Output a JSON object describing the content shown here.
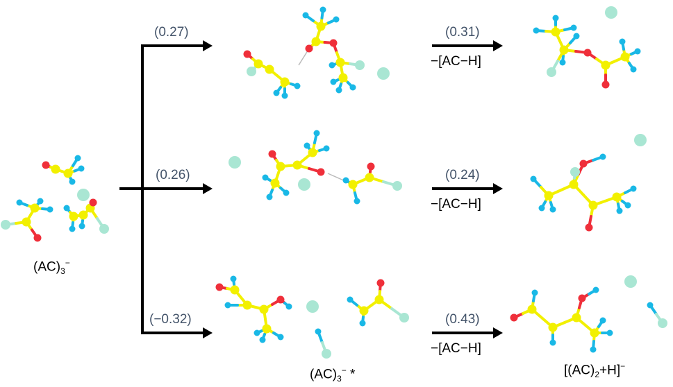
{
  "colors": {
    "carbon": "#f2f000",
    "oxygen": "#ef2f3a",
    "hydrogen": "#19b8e6",
    "halogen": "#a9e6d3",
    "bond_halogen": "#7fd8bd",
    "label_number": "#44546a",
    "arrow": "#000000"
  },
  "labels": {
    "start": {
      "main": "(AC)",
      "sub": "3",
      "sup": "−"
    },
    "intermediate": {
      "main": "(AC)",
      "sub": "3",
      "sup": "−",
      "suffix": " *"
    },
    "product": {
      "main": "[(AC)",
      "sub": "2",
      "rest": "+H]",
      "sup": "−"
    }
  },
  "branches": [
    {
      "name": "top",
      "energy": "(0.27)",
      "step_energy": "(0.31)",
      "step_loss": "−[AC−H]"
    },
    {
      "name": "middle",
      "energy": "(0.26)",
      "step_energy": "(0.24)",
      "step_loss": "−[AC−H]"
    },
    {
      "name": "bottom",
      "energy": "(−0.32)",
      "step_energy": "(0.43)",
      "step_loss": "−[AC−H]"
    }
  ]
}
